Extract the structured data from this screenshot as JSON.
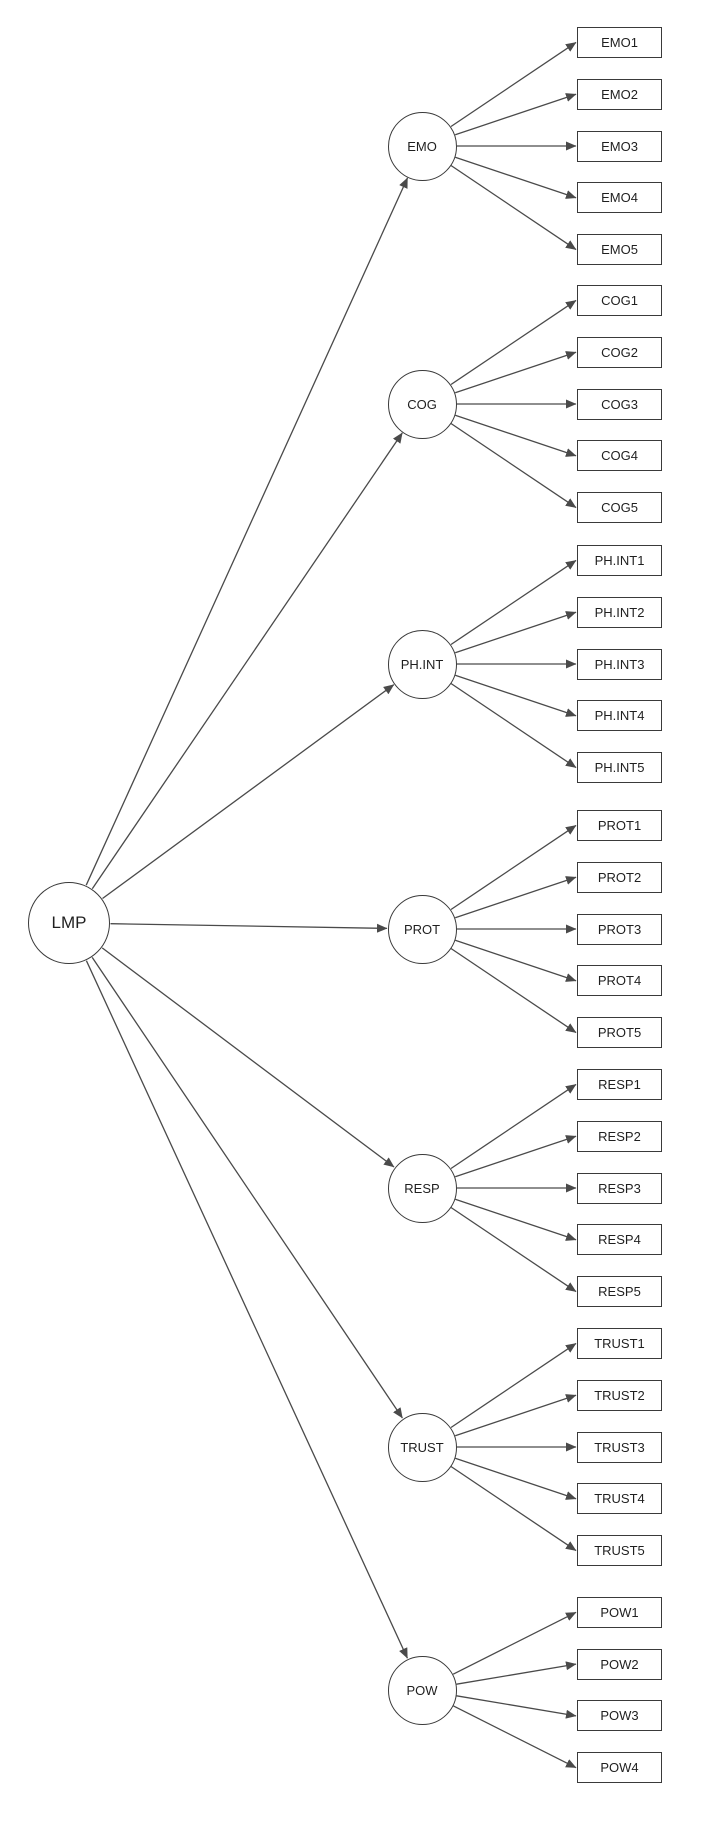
{
  "diagram": {
    "type": "sem-path-diagram",
    "colors": {
      "background": "#ffffff",
      "line": "#4a4a4a",
      "node_border": "#3a3a3a",
      "node_fill": "#ffffff",
      "text": "#1f1f1f"
    },
    "latent_root": {
      "label": "LMP"
    },
    "factors": [
      {
        "label": "EMO",
        "indicators": [
          "EMO1",
          "EMO2",
          "EMO3",
          "EMO4",
          "EMO5"
        ]
      },
      {
        "label": "COG",
        "indicators": [
          "COG1",
          "COG2",
          "COG3",
          "COG4",
          "COG5"
        ]
      },
      {
        "label": "PH.INT",
        "indicators": [
          "PH.INT1",
          "PH.INT2",
          "PH.INT3",
          "PH.INT4",
          "PH.INT5"
        ]
      },
      {
        "label": "PROT",
        "indicators": [
          "PROT1",
          "PROT2",
          "PROT3",
          "PROT4",
          "PROT5"
        ]
      },
      {
        "label": "RESP",
        "indicators": [
          "RESP1",
          "RESP2",
          "RESP3",
          "RESP4",
          "RESP5"
        ]
      },
      {
        "label": "TRUST",
        "indicators": [
          "TRUST1",
          "TRUST2",
          "TRUST3",
          "TRUST4",
          "TRUST5"
        ]
      },
      {
        "label": "POW",
        "indicators": [
          "POW1",
          "POW2",
          "POW3",
          "POW4"
        ]
      }
    ]
  }
}
